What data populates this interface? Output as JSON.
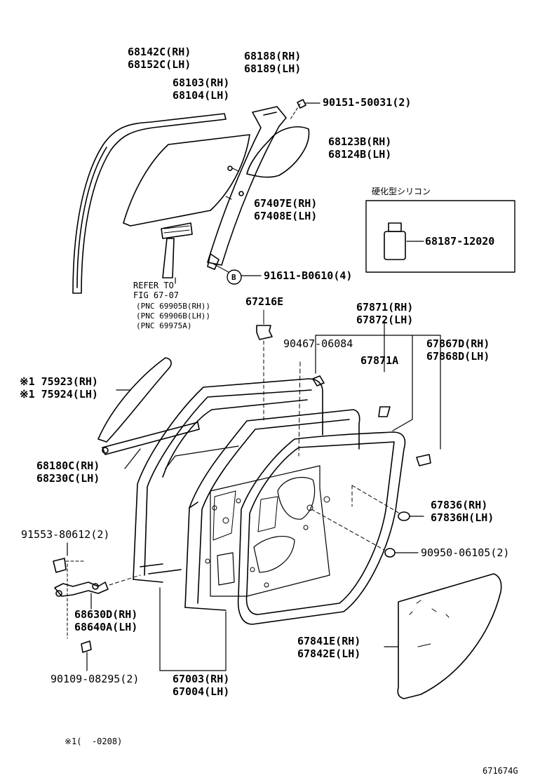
{
  "parts": {
    "glass_run": {
      "rh": "68142C(RH)",
      "lh": "68152C(LH)"
    },
    "door_glass": {
      "rh": "68103(RH)",
      "lh": "68104(LH)"
    },
    "division_bar": {
      "rh": "68188(RH)",
      "lh": "68189(LH)"
    },
    "screw_top": "90151-50031(2)",
    "quarter_glass": {
      "rh": "68123B(RH)",
      "lh": "68124B(LH)"
    },
    "run_channel": {
      "rh": "67407E(RH)",
      "lh": "67408E(LH)"
    },
    "silicone_box": {
      "title": "硬化型シリコン",
      "part": "68187-12020"
    },
    "bolt_b": {
      "marker": "B",
      "part": "91611-B0610(4)"
    },
    "refer": {
      "line1": "REFER TO",
      "line2": "FIG 67-07",
      "pnc1": "(PNC 69905B(RH))",
      "pnc2": "(PNC 69906B(LH))",
      "pnc3": "(PNC 69975A)"
    },
    "clip": "67216E",
    "weatherstrip": {
      "rh": "67871(RH)",
      "lh": "67872(LH)"
    },
    "clip_nut": "90467-06084",
    "weatherstrip_clip": "67871A",
    "weatherstrip_side": {
      "rh": "67867D(RH)",
      "lh": "67868D(LH)"
    },
    "garnish": {
      "rh": "※1 75923(RH)",
      "lh": "※1 75924(LH)"
    },
    "belt_moulding": {
      "rh": "68180C(RH)",
      "lh": "68230C(LH)"
    },
    "hinge_bolt": "91553-80612(2)",
    "service_hole_cover": {
      "rh": "67836(RH)",
      "lh": "67836H(LH)"
    },
    "plug": "90950-06105(2)",
    "check": {
      "rh": "68630D(RH)",
      "lh": "68640A(LH)"
    },
    "cover": {
      "rh": "67841E(RH)",
      "lh": "67842E(LH)"
    },
    "screw_bottom": "90109-08295(2)",
    "door_panel": {
      "rh": "67003(RH)",
      "lh": "67004(LH)"
    },
    "footnote": "※1(  -0208)",
    "figure_id": "671674G"
  },
  "colors": {
    "ink": "#000000",
    "paper": "#ffffff"
  }
}
